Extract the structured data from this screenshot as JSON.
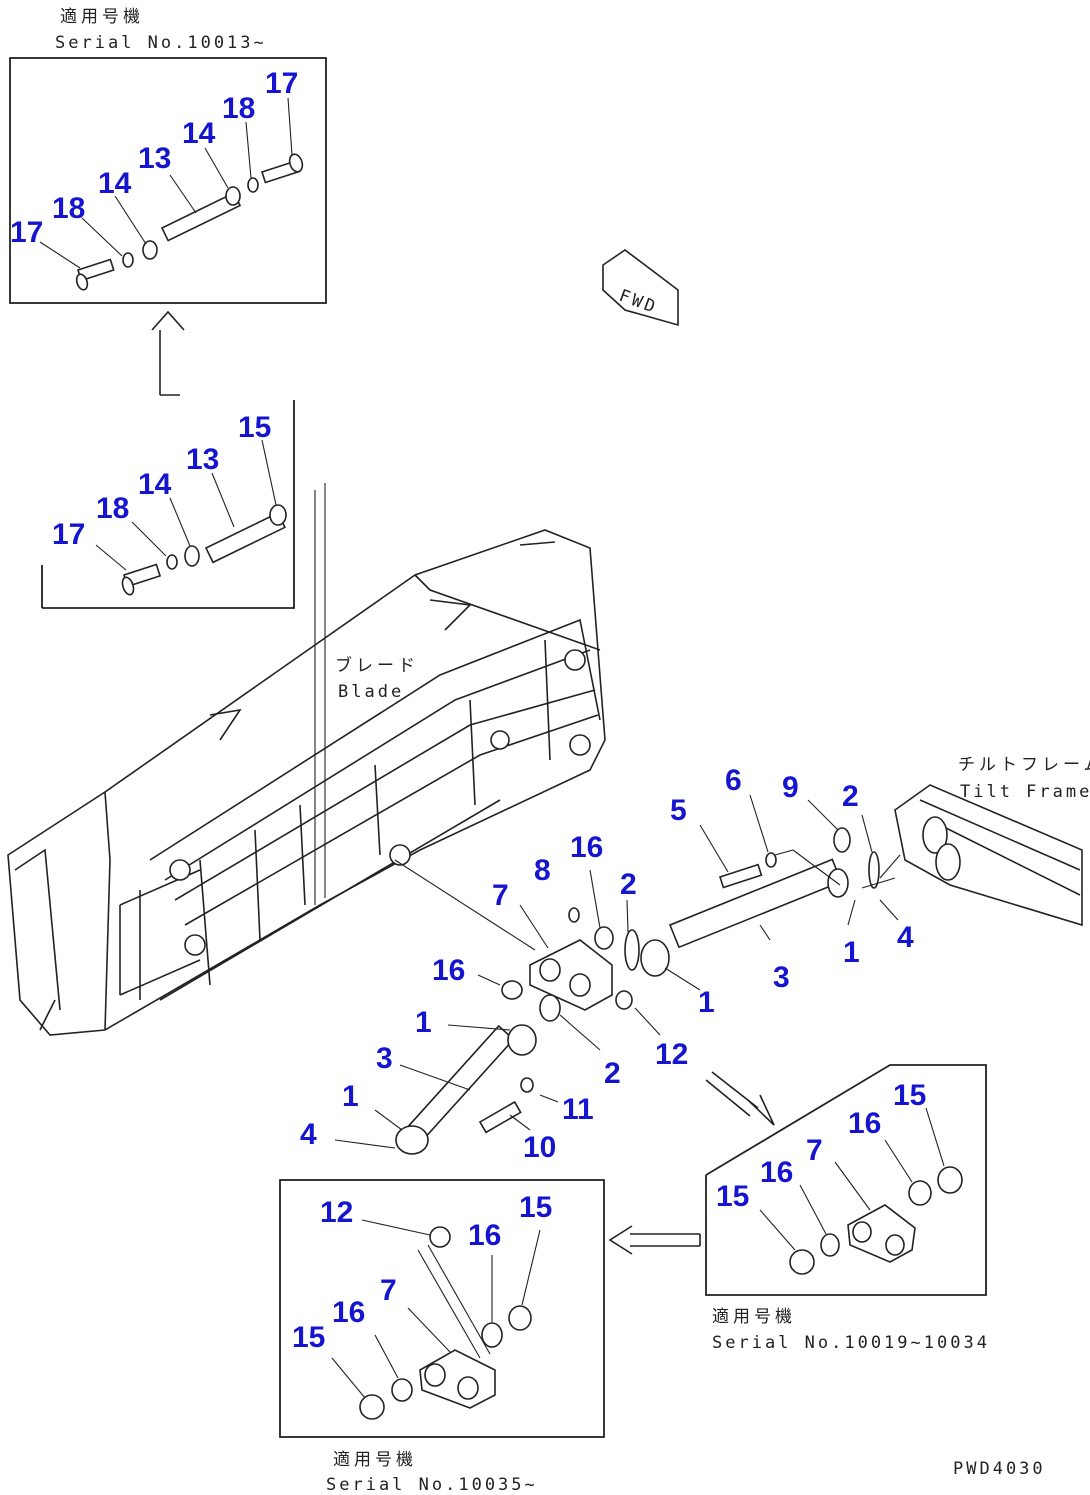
{
  "notes": {
    "top_jp": "適用号機",
    "top_serial": "Serial No.10013~",
    "blade_jp": "ブレード",
    "blade_en": "Blade",
    "tilt_jp": "チルトフレーム",
    "tilt_en": "Tilt Frame",
    "mid_jp": "適用号機",
    "mid_serial": "Serial No.10019~10034",
    "bottom_jp": "適用号機",
    "bottom_serial": "Serial No.10035~",
    "fwd": "FWD",
    "drawing_id": "PWD4030"
  },
  "callouts": {
    "tl17a": "17",
    "tl18a": "18",
    "tl14a": "14",
    "tl13": "13",
    "tl14b": "14",
    "tl18b": "18",
    "tl17b": "17",
    "ml17": "17",
    "ml18": "18",
    "ml14": "14",
    "ml13": "13",
    "ml15": "15",
    "c5": "5",
    "c6": "6",
    "c9": "9",
    "c2a": "2",
    "c16a": "16",
    "c8": "8",
    "c2b": "2",
    "c7": "7",
    "c16b": "16",
    "c1a": "1",
    "c3a": "3",
    "c1b": "1",
    "c4a": "4",
    "c12": "12",
    "c2c": "2",
    "c1c": "1",
    "c3b": "3",
    "c1d": "1",
    "c4b": "4",
    "c11": "11",
    "c10": "10",
    "mr15a": "15",
    "mr16a": "16",
    "mr7": "7",
    "mr15b": "15",
    "mr16b": "16",
    "bl12": "12",
    "bl16a": "16",
    "bl15a": "15",
    "bl7": "7",
    "bl16b": "16",
    "bl15b": "15"
  }
}
